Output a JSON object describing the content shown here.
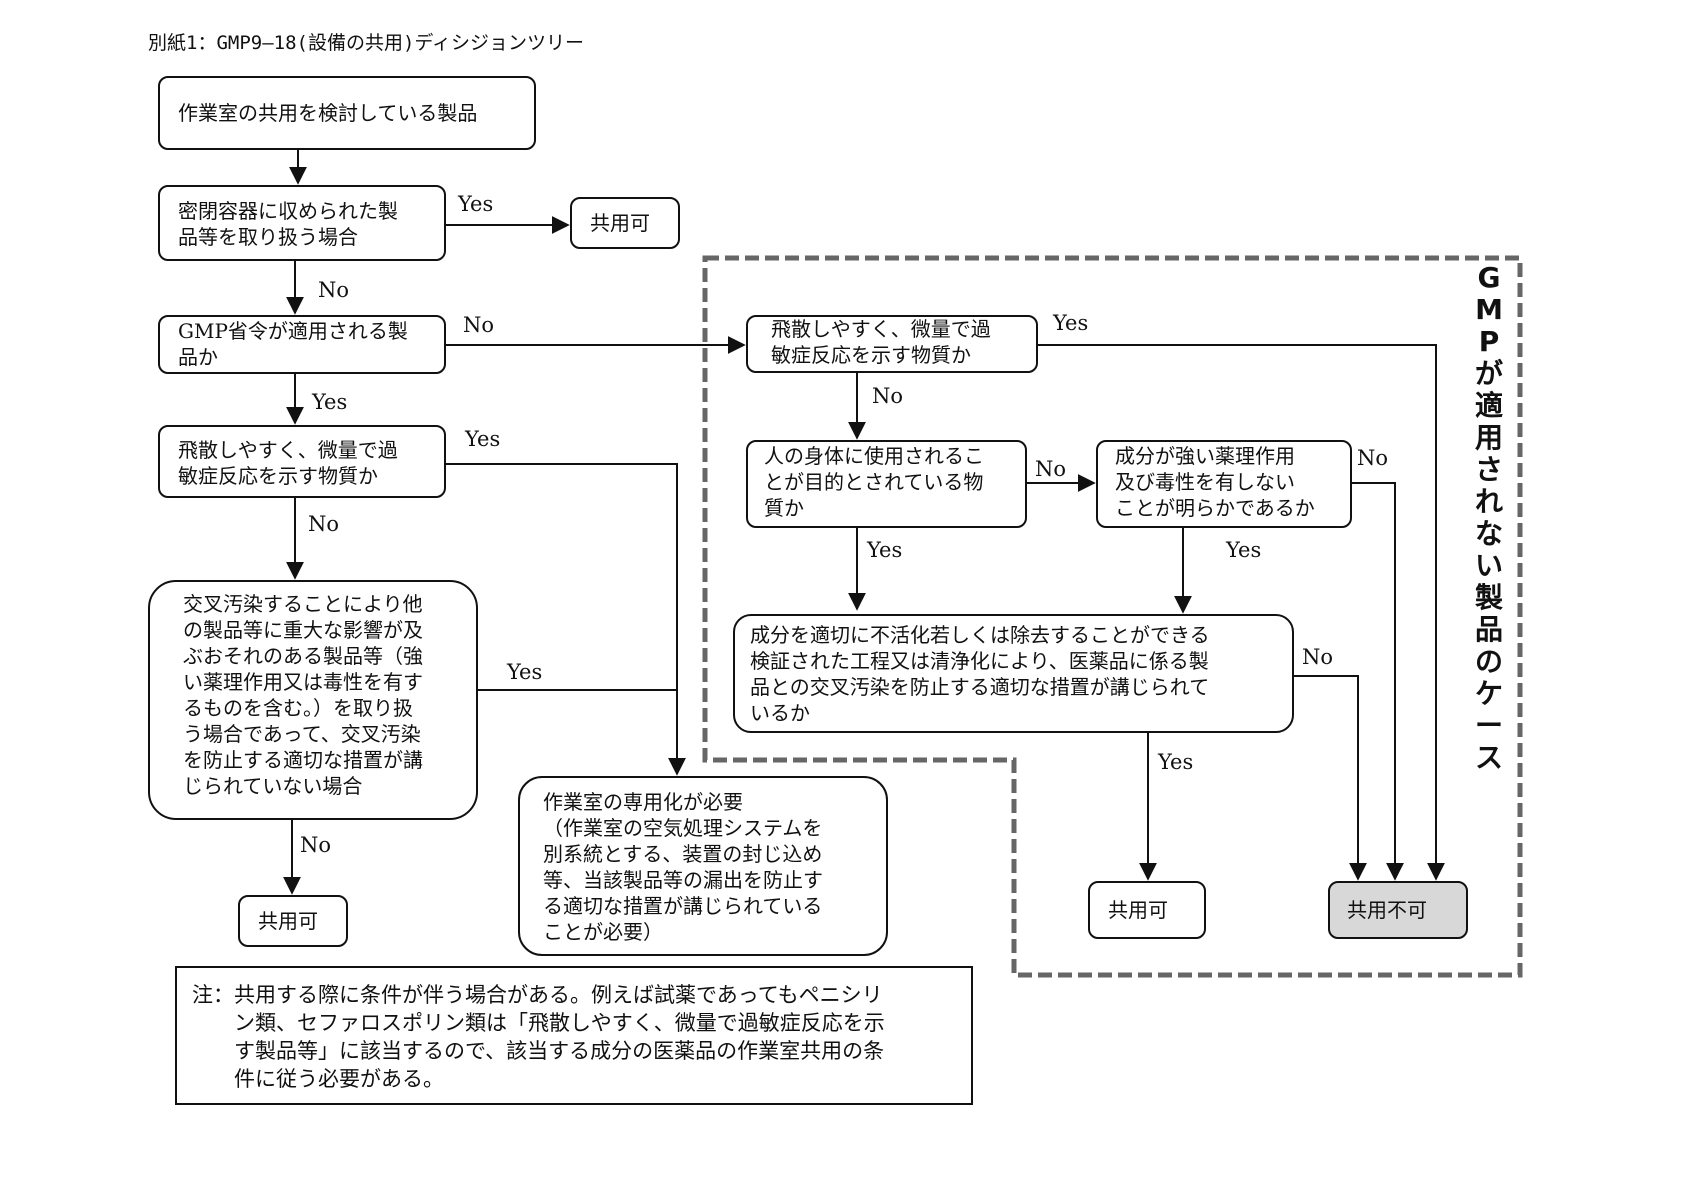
{
  "page_title": "別紙1：GMP9―18(設備の共用)ディシジョンツリー",
  "nodes": {
    "start": "作業室の共用を検討している製品",
    "q_sealed": "密閉容器に収められた製\n品等を取り扱う場合",
    "share_ok_top": "共用可",
    "q_gmp": "GMP省令が適用される製\n品か",
    "q_scatter_left": "飛散しやすく、微量で過\n敏症反応を示す物質か",
    "q_cross": "交叉汚染することにより他\nの製品等に重大な影響が及\nぶおそれのある製品等（強\nい薬理作用又は毒性を有す\nるものを含む。）を取り扱\nう場合であって、交叉汚染\nを防止する適切な措置が講\nじられていない場合",
    "share_ok_left": "共用可",
    "dedicated": "作業室の専用化が必要\n（作業室の空気処理システムを\n別系統とする、装置の封じ込め\n等、当該製品等の漏出を防止す\nる適切な措置が講じられている\nことが必要）",
    "q_scatter_right": "飛散しやすく、微量で過\n敏症反応を示す物質か",
    "q_human": "人の身体に使用されるこ\nとが目的とされている物\n質か",
    "q_potent": "成分が強い薬理作用\n及び毒性を有しない\nことが明らかであるか",
    "q_inactivate": "成分を適切に不活化若しくは除去することができる\n検証された工程又は清浄化により、医薬品に係る製\n品との交叉汚染を防止する適切な措置が講じられて\nいるか",
    "share_ok_right": "共用可",
    "share_ng": "共用不可"
  },
  "edge_labels": {
    "yes": "Yes",
    "no": "No"
  },
  "region_label": "GMPが適用されない製品のケース",
  "note": "注：共用する際に条件が伴う場合がある。例えば試薬であってもペニシリ\n　　ン類、セファロスポリン類は「飛散しやすく、微量で過敏症反応を示\n　　す製品等」に該当するので、該当する成分の医薬品の作業室共用の条\n　　件に従う必要がある。",
  "colors": {
    "line": "#111111",
    "ng_fill": "#d8d8d8",
    "dashed_border": "#666666"
  }
}
